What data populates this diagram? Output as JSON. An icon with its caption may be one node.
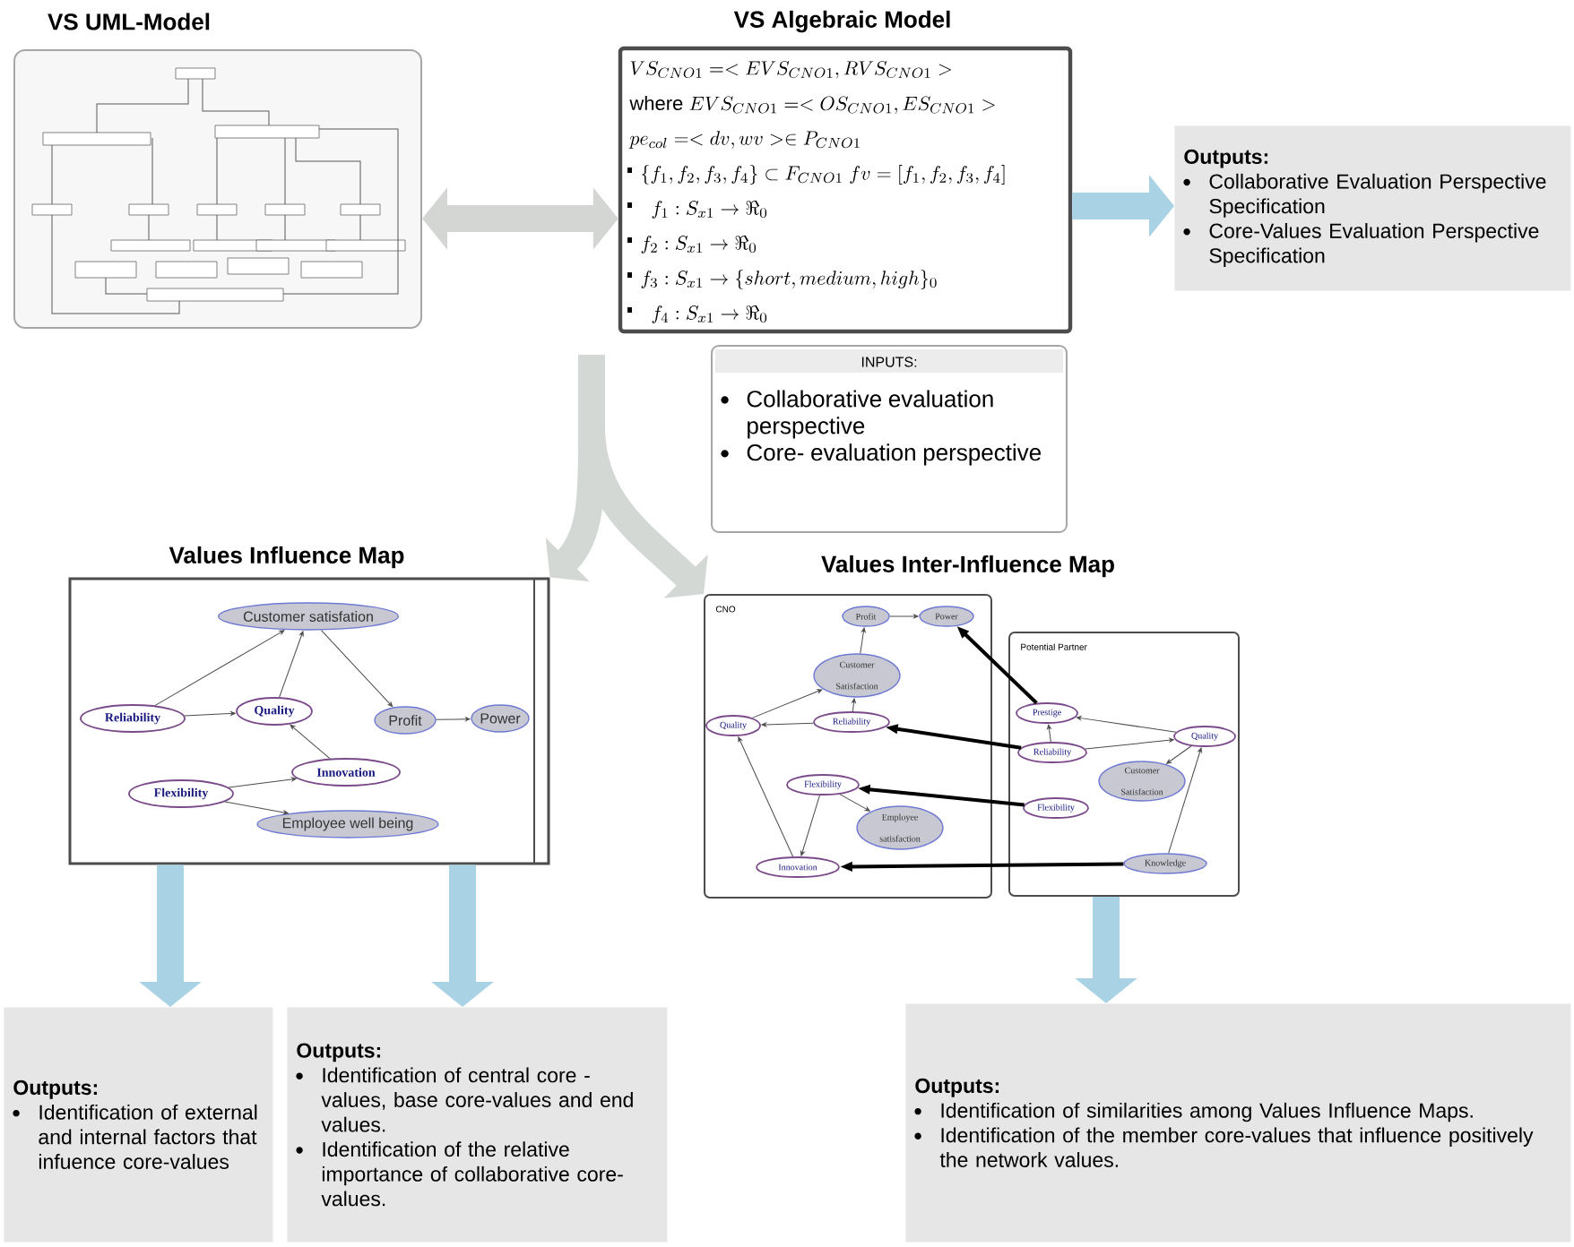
{
  "diagram": {
    "nodes": [
      {
        "text": [
          "VS UML-Model"
        ]
      },
      {
        "text": [
          "VS Algebraic Model",
          "VS_{CNO1} =< EVS_{CNO1}, RVS_{CNO1} >",
          "\\mbox{where}\\ EVS_{CNO1} =< OS_{CNO1}, ES_{CNO1} >",
          "pe_{col} =< dv, wv > \\in P_{CNO1}",
          "\\{f_1, f_2, f_3, f_4\\} \\subset F_{CNO1}\\ fv=[f_1,f_2,f_3,f_4]",
          "f_1 : S_{x1} \\rightarrow \\Re_0",
          "f_2 : S_{x1} \\rightarrow \\Re_0",
          "f_3 : S_{x1} \\rightarrow \\{short, medium, high\\}_0",
          "f_4 : S_{x1} \\rightarrow \\Re_0"
        ]
      },
      {
        "text": [
          "Outputs:",
          "Collaborative Evaluation Perspective Specification",
          "Core-Values Evaluation Perspective Specification"
        ]
      },
      {
        "text": [
          "INPUTS:",
          "Collaborative evaluation perspective",
          "Core- evaluation perspective"
        ]
      },
      {
        "text": [
          "Values Influence Map"
        ]
      },
      {
        "text": [
          "Customer satisfation"
        ],
        "in": 4
      },
      {
        "text": [
          "Reliability"
        ],
        "in": 4
      },
      {
        "text": [
          "Quality"
        ],
        "in": 4
      },
      {
        "text": [
          "Profit"
        ],
        "in": 4
      },
      {
        "text": [
          "Power"
        ],
        "in": 4
      },
      {
        "text": [
          "Innovation"
        ],
        "in": 4
      },
      {
        "text": [
          "Flexibility"
        ],
        "in": 4
      },
      {
        "text": [
          "Employee well being"
        ],
        "in": 4
      },
      {
        "text": [
          "CNO"
        ]
      },
      {
        "text": [
          "Profit"
        ],
        "in": 13
      },
      {
        "text": [
          "Power"
        ],
        "in": 13
      },
      {
        "text": [
          "Customer Satisfaction"
        ],
        "in": 13
      },
      {
        "text": [
          "Quality"
        ],
        "in": 13
      },
      {
        "text": [
          "Reliability"
        ],
        "in": 13
      },
      {
        "text": [
          "Flexibility"
        ],
        "in": 13
      },
      {
        "text": [
          "Employee satisfaction"
        ],
        "in": 13
      },
      {
        "text": [
          "Innovation"
        ],
        "in": 13
      },
      {
        "text": [
          "Potential Partner"
        ]
      },
      {
        "text": [
          "Prestige"
        ],
        "in": 22
      },
      {
        "text": [
          "Quality"
        ],
        "in": 22
      },
      {
        "text": [
          "Reliability"
        ],
        "in": 22
      },
      {
        "text": [
          "Customer Satisfaction"
        ],
        "in": 22
      },
      {
        "text": [
          "Flexibility"
        ],
        "in": 22
      },
      {
        "text": [
          "Knowledge"
        ],
        "in": 22
      },
      {
        "text": [
          "Outputs:",
          "Identification of external and internal factors that infuence core-values"
        ]
      },
      {
        "text": [
          "Outputs:",
          "Identification of central core - values, base core-values and end values.",
          "Identification of the relative importance of collaborative core- values."
        ]
      },
      {
        "text": [
          "Outputs:",
          "Identification of similarities among Values Influence Maps.",
          "Identification of the member core-values that influence positively the network values."
        ]
      }
    ],
    "edges": [
      {
        "from": 0,
        "to": 1,
        "arrow": "both",
        "style": "thick",
        "color": "#d4d6d4"
      },
      {
        "from": 1,
        "to": 2,
        "arrow": "to",
        "style": "thick",
        "color": "#a9d3e4"
      },
      {
        "from": null,
        "to": 4,
        "arrow": "to",
        "style": "thick",
        "color": "#d4d8d4"
      },
      {
        "from": null,
        "to": 13,
        "arrow": "to",
        "style": "thick",
        "color": "#d4d8d4"
      },
      {
        "from": 6,
        "to": 5,
        "arrow": "to"
      },
      {
        "from": 6,
        "to": 7,
        "arrow": "to"
      },
      {
        "from": 7,
        "to": 5,
        "arrow": "to"
      },
      {
        "from": 10,
        "to": 7,
        "arrow": "to"
      },
      {
        "from": 5,
        "to": 8,
        "arrow": "to"
      },
      {
        "from": 8,
        "to": 9,
        "arrow": "to"
      },
      {
        "from": 11,
        "to": 10,
        "arrow": "to"
      },
      {
        "from": 11,
        "to": 12,
        "arrow": "to"
      },
      {
        "from": 14,
        "to": 15,
        "arrow": "to"
      },
      {
        "from": 16,
        "to": 14,
        "arrow": "to"
      },
      {
        "from": 18,
        "to": 16,
        "arrow": "to"
      },
      {
        "from": 18,
        "to": 17,
        "arrow": "to"
      },
      {
        "from": 17,
        "to": 16,
        "arrow": "to"
      },
      {
        "from": 19,
        "to": 20,
        "arrow": "to"
      },
      {
        "from": 19,
        "to": 21,
        "arrow": "to"
      },
      {
        "from": 21,
        "to": 17,
        "arrow": "to"
      },
      {
        "from": 24,
        "to": 23,
        "arrow": "to"
      },
      {
        "from": 25,
        "to": 23,
        "arrow": "to"
      },
      {
        "from": 25,
        "to": 24,
        "arrow": "to"
      },
      {
        "from": 24,
        "to": 26,
        "arrow": "to"
      },
      {
        "from": 28,
        "to": 24,
        "arrow": "to"
      },
      {
        "from": 23,
        "to": 15,
        "arrow": "to",
        "style": "thick"
      },
      {
        "from": 25,
        "to": 18,
        "arrow": "to",
        "style": "thick"
      },
      {
        "from": 27,
        "to": 19,
        "arrow": "to",
        "style": "thick"
      },
      {
        "from": 28,
        "to": 21,
        "arrow": "to",
        "style": "thick"
      },
      {
        "from": 4,
        "to": 29,
        "arrow": "to",
        "style": "thick",
        "color": "#a9d3e4"
      },
      {
        "from": 4,
        "to": 30,
        "arrow": "to",
        "style": "thick",
        "color": "#a9d3e4"
      },
      {
        "from": 22,
        "to": 31,
        "arrow": "to",
        "style": "thick",
        "color": "#a9d3e4"
      }
    ],
    "labels": [
      "Values Inter-Influence Map"
    ]
  }
}
